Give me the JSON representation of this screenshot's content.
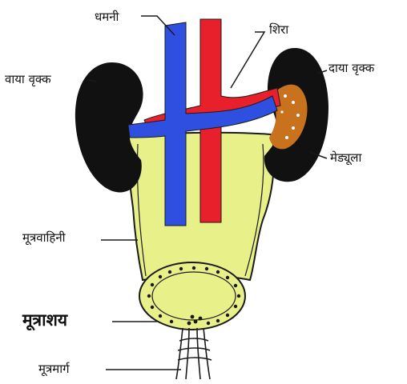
{
  "labels": {
    "artery": "धमनी",
    "vein": "शिरा",
    "left_kidney": "वाया वृक्क",
    "right_kidney": "दाया वृक्क",
    "medulla": "मेड्यूला",
    "ureter": "मूत्रवाहिनी",
    "bladder": "मूत्राशय",
    "urethra": "मूत्रमार्ग"
  },
  "colors": {
    "artery": "#2f4fe0",
    "vein": "#e8202c",
    "kidney": "#111111",
    "medulla": "#c8721e",
    "bladder_fill": "#e8f08a",
    "outline": "#1a1a1a"
  }
}
